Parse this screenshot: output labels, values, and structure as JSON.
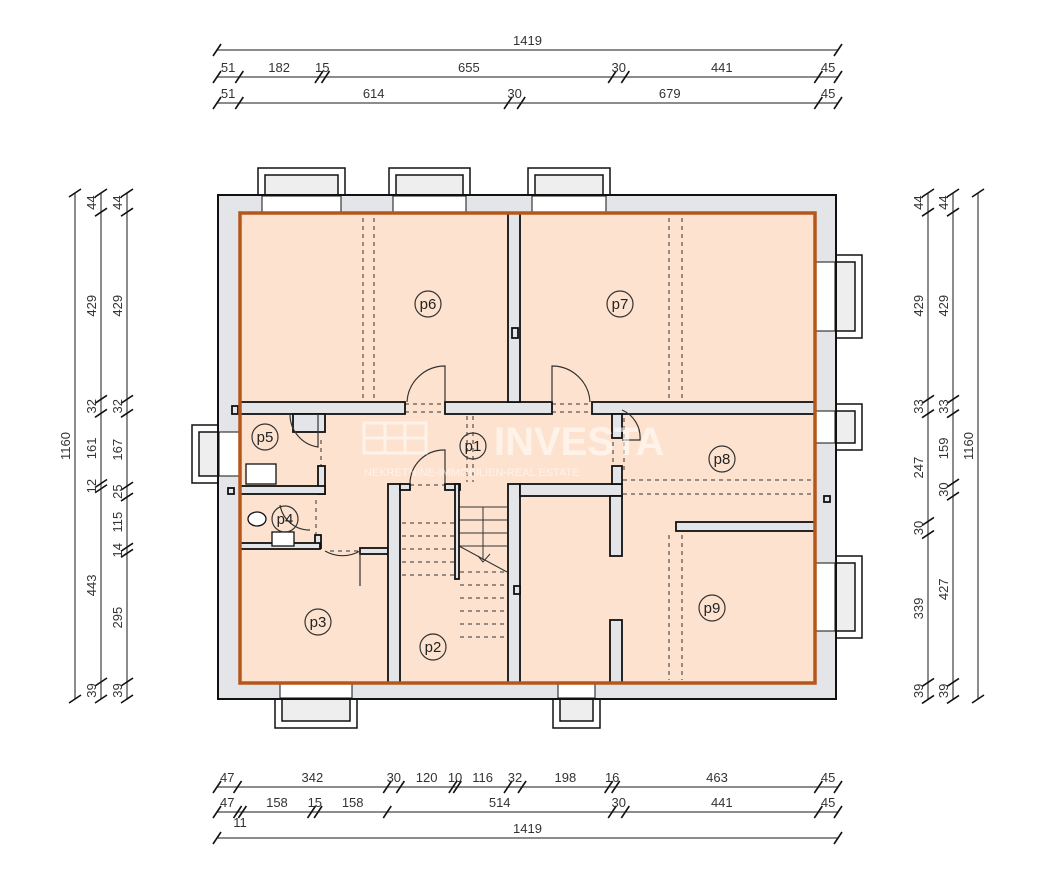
{
  "colors": {
    "wall": "#e4e5e8",
    "floor": "#fde3cf",
    "outline": "#b5561a",
    "line": "#111111"
  },
  "watermark": {
    "brand": "INVESTA",
    "tagline": "NEKRETNINE-IMMOBILIEN-REAL ESTATE"
  },
  "rooms": [
    {
      "label": "p1"
    },
    {
      "label": "p2"
    },
    {
      "label": "p3"
    },
    {
      "label": "p4"
    },
    {
      "label": "p5"
    },
    {
      "label": "p6"
    },
    {
      "label": "p7"
    },
    {
      "label": "p8"
    },
    {
      "label": "p9"
    }
  ],
  "dimensions": {
    "top": [
      {
        "total": "1419",
        "segments": [
          1419
        ]
      },
      {
        "segments": [
          51,
          182,
          15,
          655,
          30,
          441,
          45
        ]
      },
      {
        "segments": [
          51,
          614,
          30,
          679,
          45
        ]
      }
    ],
    "bottom": [
      {
        "segments": [
          47,
          342,
          30,
          120,
          10,
          116,
          32,
          198,
          16,
          463,
          45
        ]
      },
      {
        "segments": [
          47,
          11,
          158,
          15,
          158,
          514,
          30,
          441,
          45
        ]
      },
      {
        "total": "1419",
        "segments": [
          1419
        ]
      }
    ],
    "left": [
      {
        "segments": [
          1160
        ]
      },
      {
        "segments": [
          44,
          429,
          32,
          161,
          12,
          443,
          39
        ]
      },
      {
        "segments": [
          44,
          429,
          32,
          167,
          25,
          115,
          14,
          295,
          39
        ]
      }
    ],
    "right": [
      {
        "segments": [
          44,
          429,
          33,
          247,
          30,
          339,
          39
        ]
      },
      {
        "segments": [
          44,
          429,
          33,
          159,
          30,
          427,
          39
        ]
      },
      {
        "segments": [
          1160
        ]
      }
    ]
  }
}
